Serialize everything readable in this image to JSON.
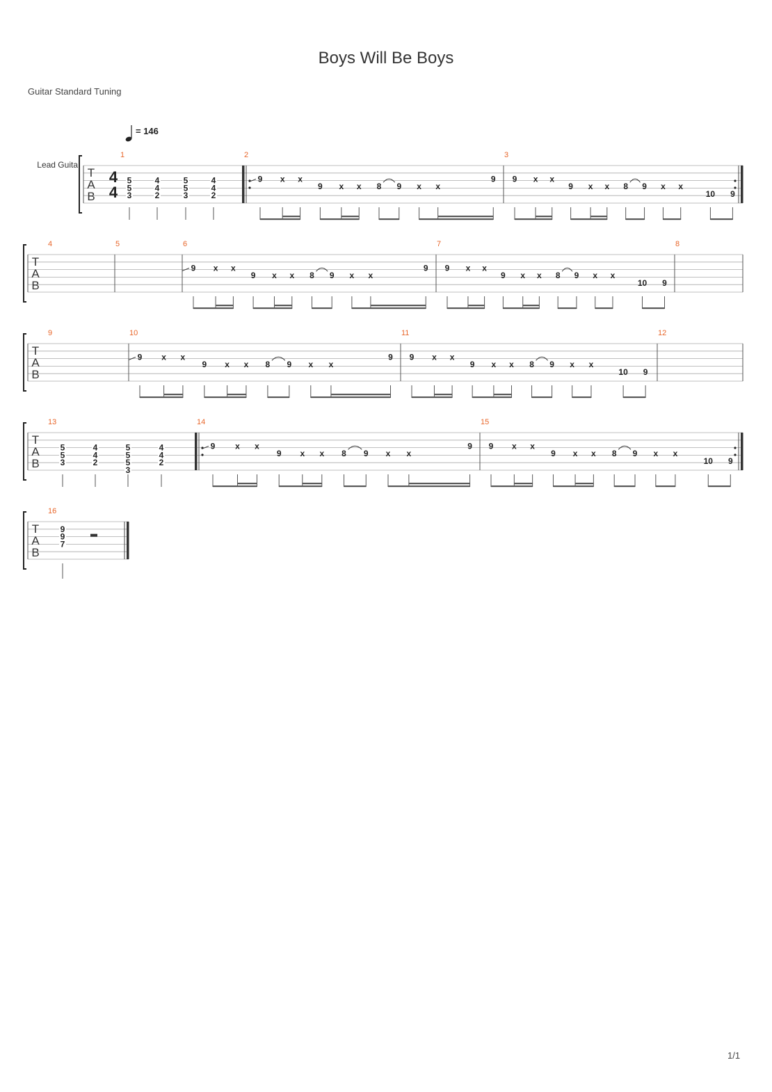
{
  "document": {
    "title": "Boys Will Be Boys",
    "tuning": "Guitar Standard Tuning",
    "page": "1/1",
    "track_name": "Lead Guita",
    "tempo": "= 146",
    "time_signature": [
      "4",
      "4"
    ]
  },
  "measures": [
    {
      "num": "1",
      "type": "chords",
      "chords": [
        [
          "5",
          "5",
          "3"
        ],
        [
          "4",
          "4",
          "2"
        ],
        [
          "5",
          "5",
          "3"
        ],
        [
          "4",
          "4",
          "2"
        ]
      ]
    },
    {
      "num": "2",
      "type": "riff",
      "repeat_start": true,
      "slide_in": true,
      "ending": "9"
    },
    {
      "num": "3",
      "type": "riff",
      "ending": "10-9",
      "repeat_end": true
    },
    {
      "num": "4",
      "type": "empty"
    },
    {
      "num": "5",
      "type": "empty"
    },
    {
      "num": "6",
      "type": "riff",
      "slide_in": true,
      "ending": "9"
    },
    {
      "num": "7",
      "type": "riff",
      "ending": "10-9"
    },
    {
      "num": "8",
      "type": "empty"
    },
    {
      "num": "9",
      "type": "empty"
    },
    {
      "num": "10",
      "type": "riff",
      "slide_in": true,
      "ending": "9"
    },
    {
      "num": "11",
      "type": "riff",
      "ending": "10-9"
    },
    {
      "num": "12",
      "type": "empty"
    },
    {
      "num": "13",
      "type": "chords",
      "chords": [
        [
          "5",
          "5",
          "3"
        ],
        [
          "4",
          "4",
          "2"
        ],
        [
          "5",
          "5",
          "5",
          "3"
        ],
        [
          "4",
          "4",
          "2"
        ]
      ]
    },
    {
      "num": "14",
      "type": "riff",
      "repeat_start": true,
      "slide_in": true,
      "ending": "9"
    },
    {
      "num": "15",
      "type": "riff",
      "ending": "10-9",
      "repeat_end": true
    },
    {
      "num": "16",
      "type": "final",
      "chord": [
        "9",
        "9",
        "7"
      ],
      "rest": "half"
    }
  ],
  "riff_notes": {
    "head": [
      "9",
      "x",
      "x",
      "9",
      "x",
      "x",
      "8",
      "9",
      "x",
      "x"
    ],
    "ending_single": [
      "9"
    ],
    "ending_double": [
      "10",
      "9"
    ]
  }
}
